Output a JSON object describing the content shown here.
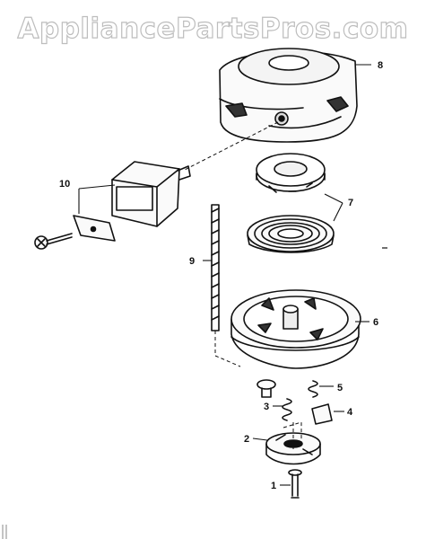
{
  "watermark": "AppliancePartsPros.com",
  "diagram": {
    "parts": [
      {
        "number": "1",
        "part": "screw"
      },
      {
        "number": "2",
        "part": "pawl-retainer"
      },
      {
        "number": "3",
        "part": "spring-small"
      },
      {
        "number": "4",
        "part": "pawl"
      },
      {
        "number": "5",
        "part": "spring-pawl"
      },
      {
        "number": "6",
        "part": "pulley"
      },
      {
        "number": "7",
        "part": "spring-and-cup"
      },
      {
        "number": "8",
        "part": "housing"
      },
      {
        "number": "9",
        "part": "rope"
      },
      {
        "number": "10",
        "part": "handle-and-insert"
      }
    ]
  }
}
